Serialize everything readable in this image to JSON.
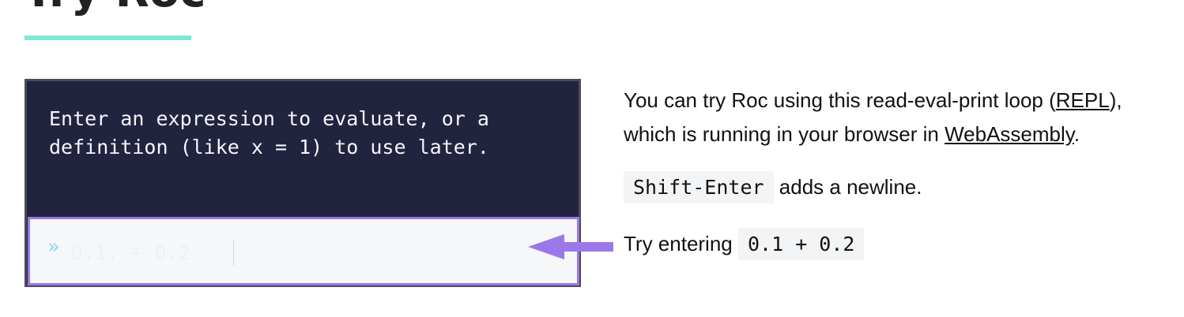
{
  "page": {
    "title": "Try Roc",
    "accent_color": "#7de8d3"
  },
  "repl": {
    "output_text": "Enter an expression to evaluate, or a\ndefinition (like x = 1) to use later.",
    "prompt_symbol": "»",
    "input_placeholder": "0.1. + 0.2",
    "input_value": "",
    "background_color": "#22243f",
    "input_border_color": "#9b78e8"
  },
  "arrow": {
    "icon": "arrow-left-icon",
    "color": "#9b78e8"
  },
  "info": {
    "intro_1": "You can try Roc using this read-eval-print loop (",
    "repl_link": "REPL",
    "intro_2": "), which is running in your browser in ",
    "wasm_link": "WebAssembly",
    "intro_3": ".",
    "shift_enter_key": "Shift-Enter",
    "shift_enter_text": " adds a newline.",
    "try_text": "Try entering ",
    "try_example": "0.1 + 0.2"
  }
}
